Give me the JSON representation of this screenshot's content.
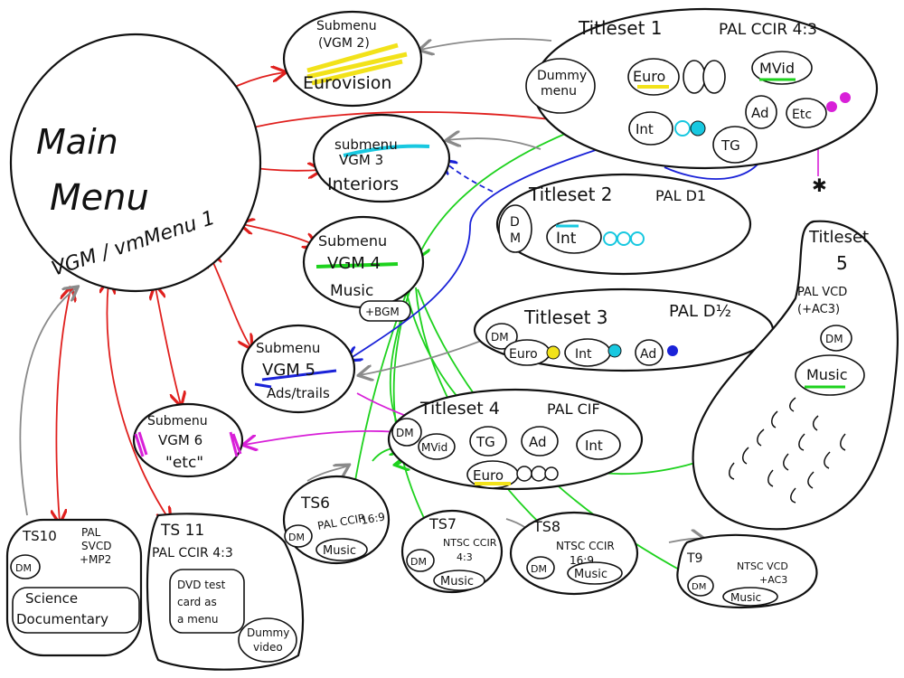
{
  "colors": {
    "ink": "#111111",
    "red": "#e0201e",
    "green": "#1ed21e",
    "blue": "#1a22d8",
    "magenta": "#d820d8",
    "gray": "#8a8a8a",
    "yellow": "#f2e21a",
    "cyan": "#18c8e0"
  },
  "main_menu": {
    "line1": "Main",
    "line2": "Menu",
    "line3": "VGM / vmMenu 1"
  },
  "submenus": {
    "vgm2": {
      "line1": "Submenu",
      "line2": "(VGM 2)",
      "line3": "Eurovision"
    },
    "vgm3": {
      "line1": "submenu",
      "line2": "VGM 3",
      "line3": "Interiors"
    },
    "vgm4": {
      "line1": "Submenu",
      "line2": "VGM 4",
      "line3": "Music",
      "extra": "+BGM"
    },
    "vgm5": {
      "line1": "Submenu",
      "line2": "VGM 5",
      "line3": "Ads/trails"
    },
    "vgm6": {
      "line1": "Submenu",
      "line2": "VGM 6",
      "line3": "\"etc\""
    }
  },
  "titlesets": {
    "ts1": {
      "title": "Titleset 1",
      "format": "PAL CCIR 4:3",
      "dummy1": "Dummy",
      "dummy2": "menu",
      "euro": "Euro",
      "mvid": "MVid",
      "int": "Int",
      "ad": "Ad",
      "etc": "Etc",
      "tg": "TG"
    },
    "ts2": {
      "title": "Titleset 2",
      "format": "PAL D1",
      "dm1": "D",
      "dm2": "M",
      "int": "Int"
    },
    "ts3": {
      "title": "Titleset 3",
      "format": "PAL D½",
      "dm": "DM",
      "euro": "Euro",
      "int": "Int",
      "ad": "Ad"
    },
    "ts4": {
      "title": "Titleset 4",
      "format": "PAL CIF",
      "dm": "DM",
      "mvid": "MVid",
      "tg": "TG",
      "ad": "Ad",
      "int": "Int",
      "euro": "Euro"
    },
    "ts5": {
      "title": "Titleset",
      "num": "5",
      "format1": "PAL VCD",
      "format2": "(+AC3)",
      "dm": "DM",
      "music": "Music"
    },
    "ts6": {
      "title": "TS6",
      "format1": "PAL CCIR",
      "format2": "16:9",
      "dm": "DM",
      "music": "Music"
    },
    "ts7": {
      "title": "TS7",
      "format1": "NTSC CCIR",
      "format2": "4:3",
      "dm": "DM",
      "music": "Music"
    },
    "ts8": {
      "title": "TS8",
      "format1": "NTSC CCIR",
      "format2": "16:9",
      "dm": "DM",
      "music": "Music"
    },
    "ts9": {
      "title": "T9",
      "format1": "NTSC VCD",
      "format2": "+AC3",
      "dm": "DM",
      "music": "Music"
    },
    "ts10": {
      "title": "TS10",
      "format1": "PAL",
      "format2": "SVCD",
      "format3": "+MP2",
      "dm": "DM",
      "content1": "Science",
      "content2": "Documentary"
    },
    "ts11": {
      "title": "TS 11",
      "format": "PAL CCIR 4:3",
      "card1": "DVD test",
      "card2": "card as",
      "card3": "a menu",
      "dummy1": "Dummy",
      "dummy2": "video"
    }
  }
}
